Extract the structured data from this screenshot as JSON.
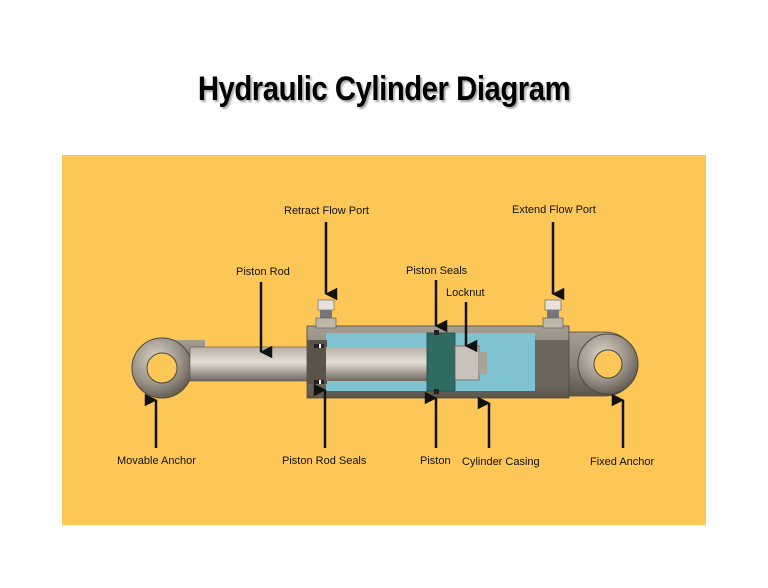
{
  "title": "Hydraulic Cylinder Diagram",
  "labels": {
    "retract_flow_port": "Retract Flow Port",
    "extend_flow_port": "Extend Flow Port",
    "piston_rod": "Piston Rod",
    "piston_seals": "Piston Seals",
    "locknut": "Locknut",
    "movable_anchor": "Movable Anchor",
    "piston_rod_seals": "Piston Rod Seals",
    "piston": "Piston",
    "cylinder_casing": "Cylinder Casing",
    "fixed_anchor": "Fixed Anchor"
  },
  "colors": {
    "background_panel": "#fcc757",
    "fluid": "#7fc3d1",
    "metal": "#8a8378",
    "piston": "#2f6b63"
  }
}
